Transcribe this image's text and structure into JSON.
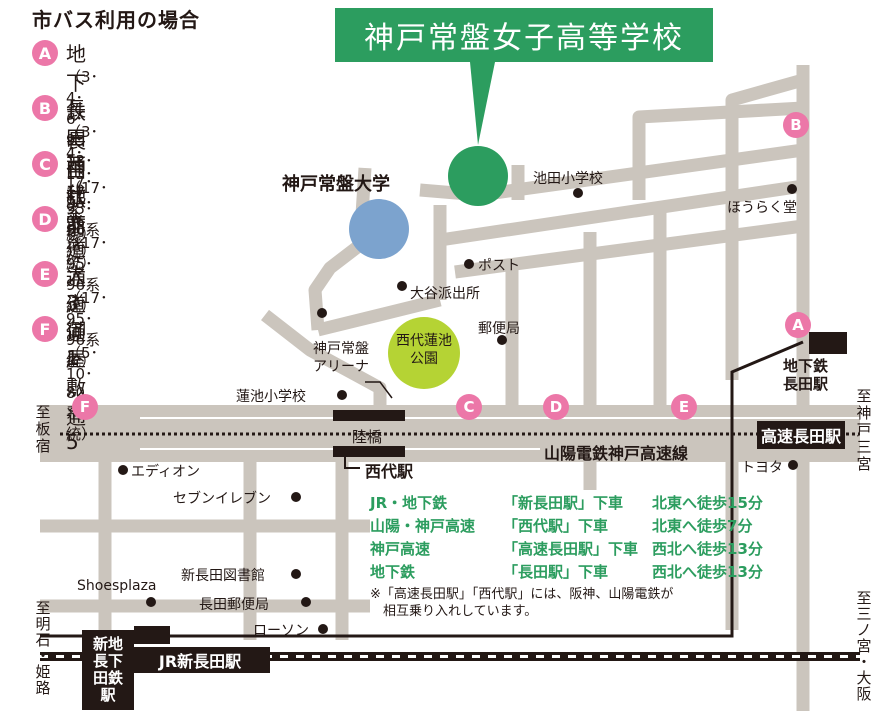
{
  "legend": {
    "title": "市バス利用の場合",
    "stops": [
      {
        "letter": "A",
        "name": "地下鉄長田駅前",
        "lines": "（3･4･6･9･13･17･95･96系統）"
      },
      {
        "letter": "B",
        "name": "長田神社前",
        "lines": "（3･4･13･17系統）"
      },
      {
        "letter": "C",
        "name": "西代",
        "lines": "（17･95･96系統）"
      },
      {
        "letter": "D",
        "name": "大道通3",
        "lines": "（17･95･96系統）"
      },
      {
        "letter": "E",
        "name": "大道通1",
        "lines": "（17･95･96系統）"
      },
      {
        "letter": "F",
        "name": "御屋敷通5",
        "lines": "（5･10･80系統）"
      }
    ]
  },
  "title": "神戸常盤女子高等学校",
  "places": {
    "university": "神戸常盤大学",
    "elementary_ikeda": "池田小学校",
    "hourakudou": "ほうらく堂",
    "post": "ポスト",
    "police": "大谷派出所",
    "post_office": "郵便局",
    "arena": "神戸常盤\nアリーナ",
    "park": "西代蓮池\n公園",
    "elementary_hasuike": "蓮池小学校",
    "bridge": "陸橋",
    "nishidai_station": "西代駅",
    "sanyo_line": "山陽電鉄神戸高速線",
    "kousoku_nagata": "高速長田駅",
    "subway_nagata": "地下鉄\n長田駅",
    "edion": "エディオン",
    "seven": "セブンイレブン",
    "toyota": "トヨタ",
    "library": "新長田図書館",
    "shoesplaza": "Shoesplaza",
    "nagata_post": "長田郵便局",
    "lawson": "ローソン",
    "jr_shinnagata": "JR新長田駅",
    "subway_shinnagata": "新地\n長下\n田鉄\n駅"
  },
  "directions": {
    "to_itayado": "至\n板\n宿",
    "to_sannomiya_top": "至\n神\n戸\n三\n宮",
    "to_akashi": "至\n明\n石\n・\n姫\n路",
    "to_sannomiya_osaka": "至\n三\nノ\n宮\n・\n大\n阪"
  },
  "access": [
    {
      "line": "JR・地下鉄",
      "station": "「新長田駅」下車",
      "walk": "北東へ徒歩15分"
    },
    {
      "line": "山陽・神戸高速",
      "station": "「西代駅」下車",
      "walk": "北東へ徒歩7分"
    },
    {
      "line": "神戸高速",
      "station": "「高速長田駅」下車",
      "walk": "西北へ徒歩13分"
    },
    {
      "line": "地下鉄",
      "station": "「長田駅」下車",
      "walk": "西北へ徒歩13分"
    }
  ],
  "note": "※「高速長田駅」「西代駅」には、阪神、山陽電鉄が\n　相互乗り入れしています。",
  "map_markers": [
    "A",
    "B",
    "C",
    "D",
    "E",
    "F"
  ],
  "colors": {
    "road": "#cbc5bd",
    "school": "#2c9d5f",
    "university": "#7ca3ce",
    "park": "#b5d334",
    "bus_stop": "#ec77a8",
    "station_box": "#231815"
  }
}
